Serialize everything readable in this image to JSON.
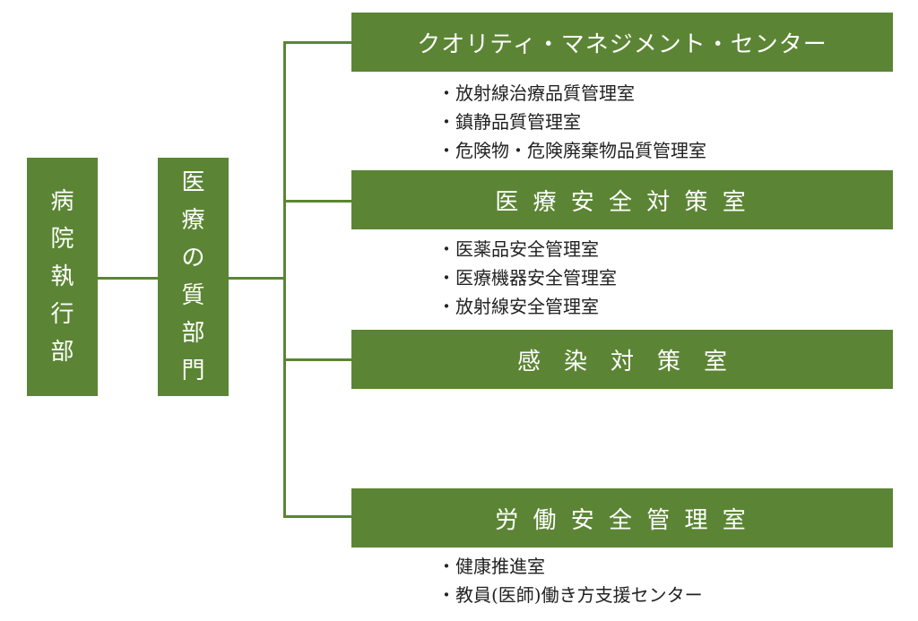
{
  "left_boxes": {
    "executive": [
      "病",
      "院",
      "執",
      "行",
      "部"
    ],
    "quality_division": [
      "医",
      "療",
      "の",
      "質",
      "部",
      "門"
    ]
  },
  "departments": [
    {
      "title": "クオリティ・マネジメント・センター",
      "items": [
        "・放射線治療品質管理室",
        "・鎮静品質管理室",
        "・危険物・危険廃棄物品質管理室"
      ]
    },
    {
      "title": "医 療 安 全 対 策 室",
      "items": [
        "・医薬品安全管理室",
        "・医療機器安全管理室",
        "・放射線安全管理室"
      ]
    },
    {
      "title": "感　染　対　策　室",
      "items": []
    },
    {
      "title": "労 働 安 全 管 理 室",
      "items": [
        "・健康推進室",
        "・教員(医師)働き方支援センター"
      ]
    }
  ],
  "colors": {
    "box_green": "#5b8534",
    "text_white": "#ffffff",
    "sub_text": "#222222"
  }
}
